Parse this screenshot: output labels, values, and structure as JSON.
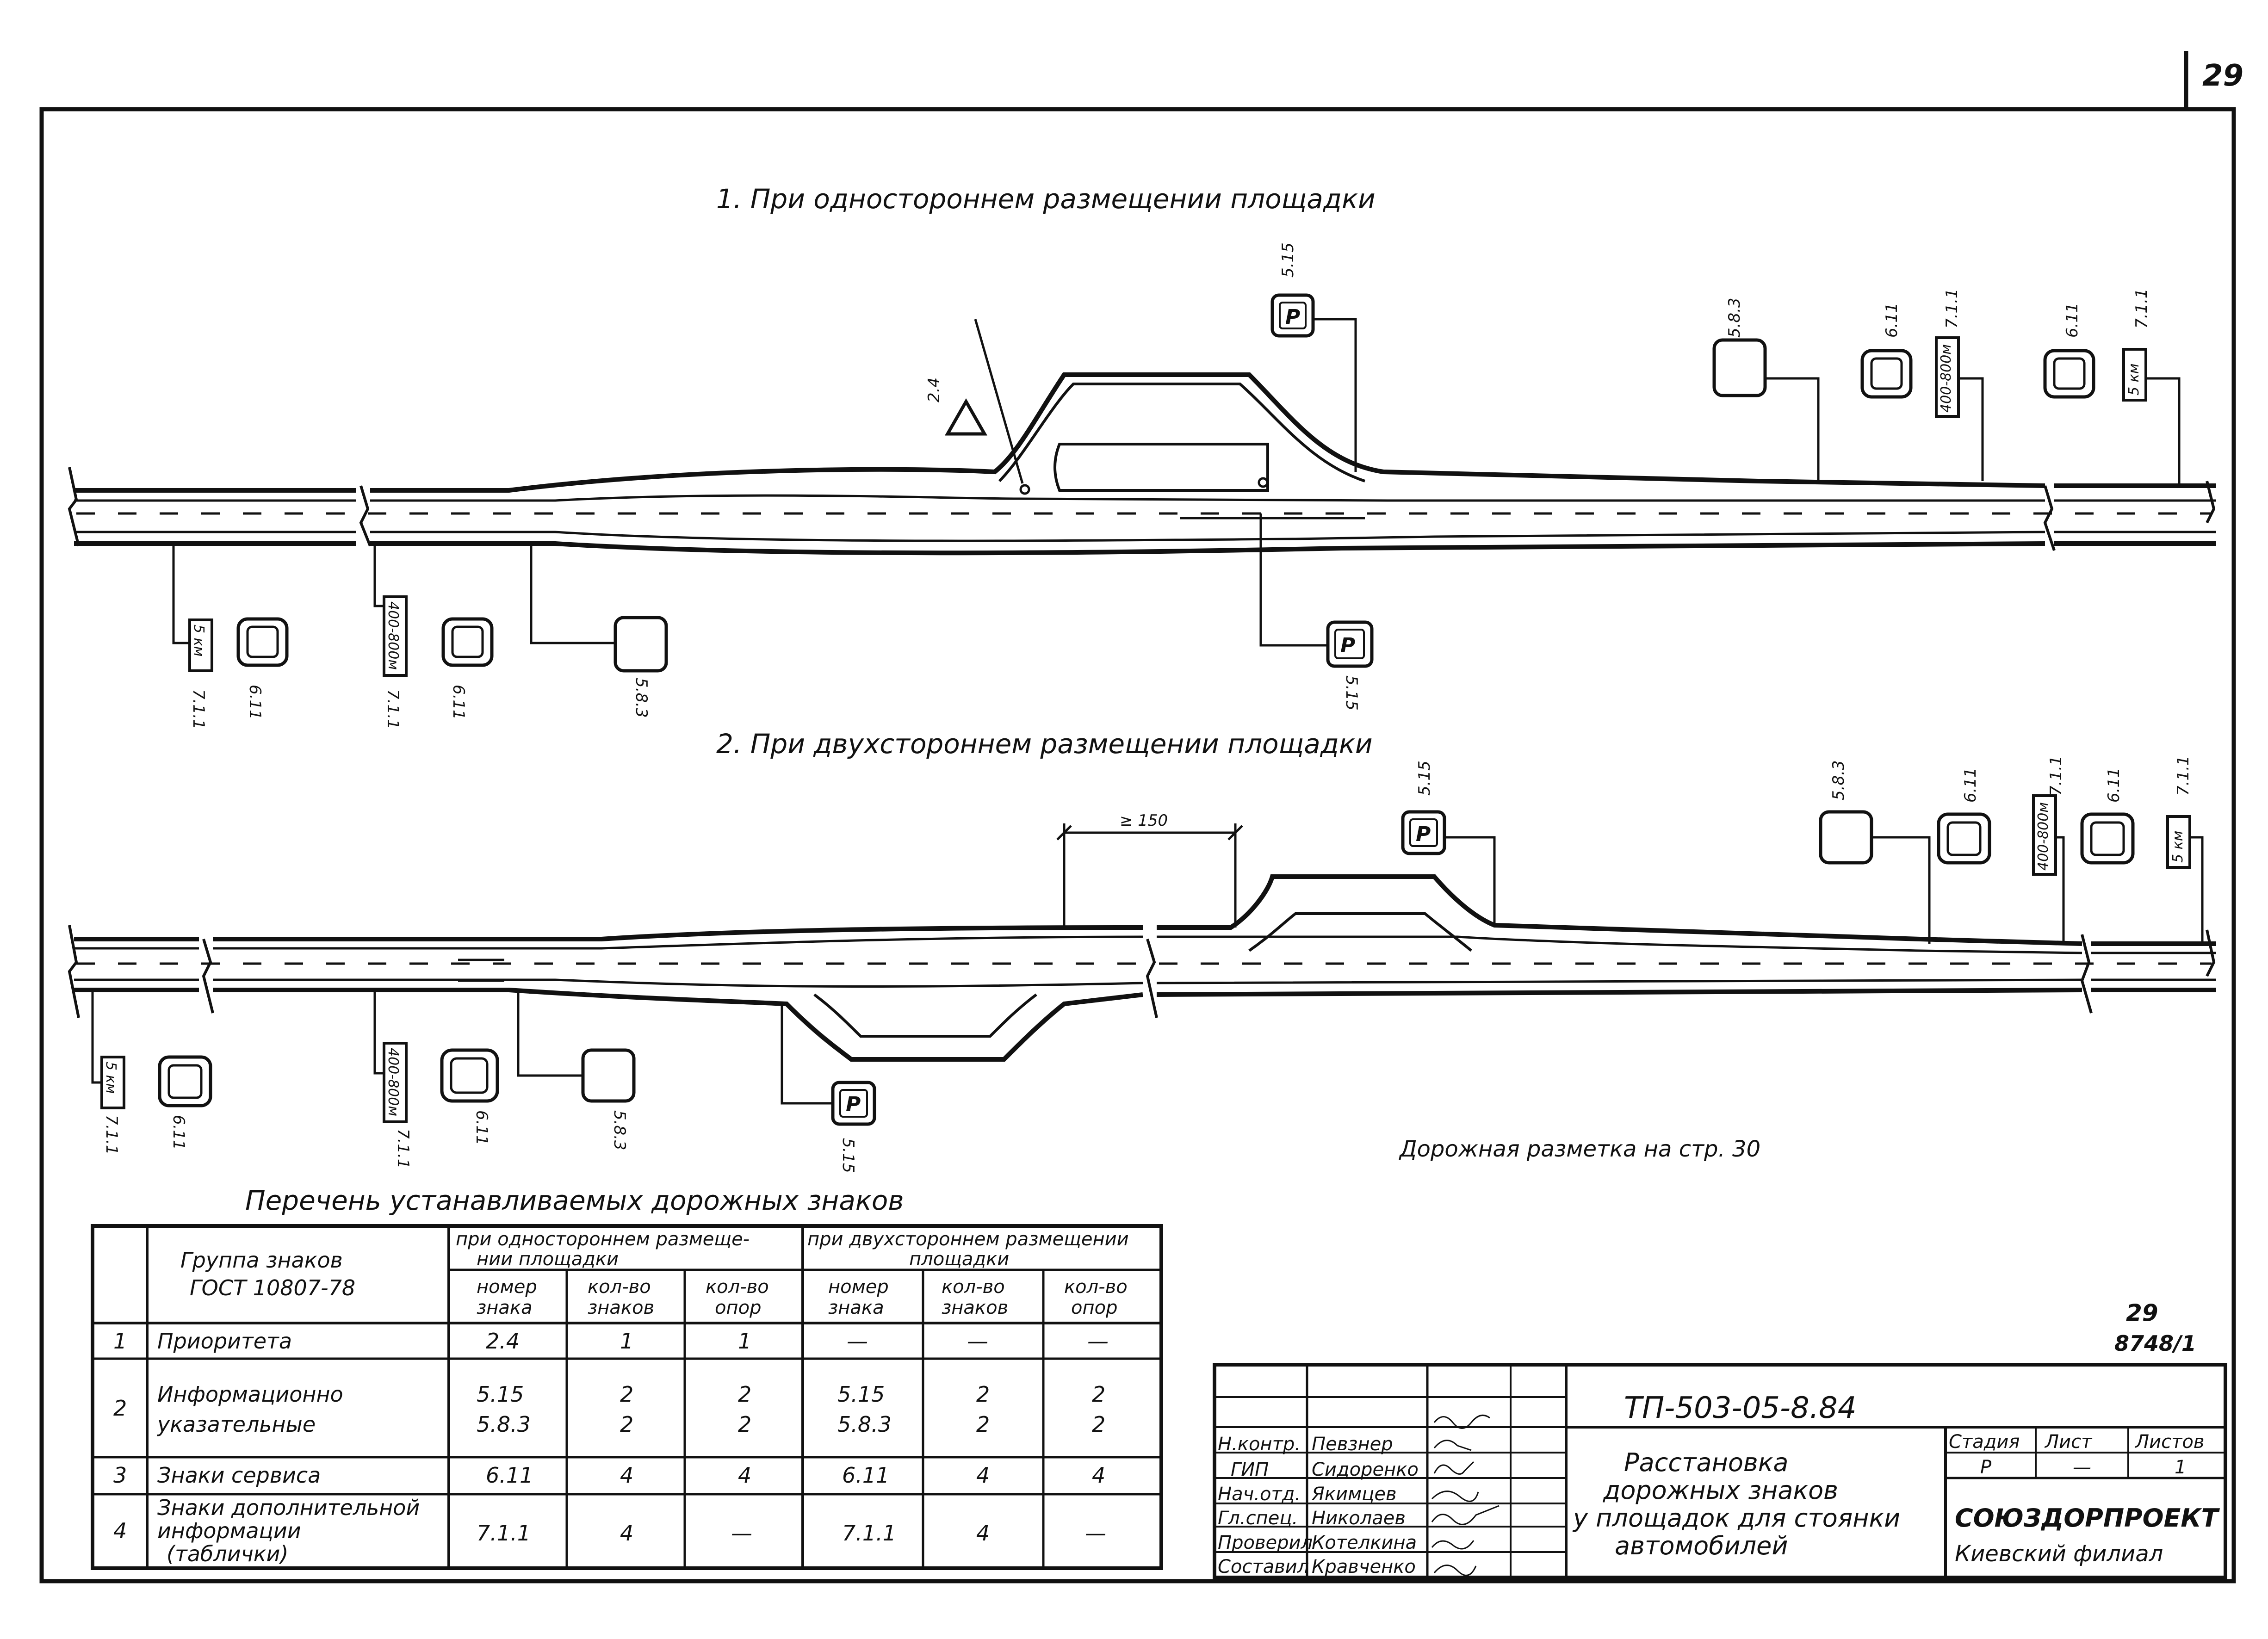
{
  "sheet_number": "29",
  "scheme1": {
    "title": "1.  При  одностороннем  размещении  площадки",
    "signs": {
      "s2_4": "2.4",
      "s5_15_top": "5.15",
      "s5_8_3_top": "5.8.3",
      "s6_11_top_a": "6.11",
      "s7_1_1_top_a": "7.1.1",
      "plate_top_a": "400-800м",
      "s6_11_top_b": "6.11",
      "s7_1_1_top_b": "7.1.1",
      "plate_top_b": "5 км",
      "plate_bot_a": "5 км",
      "s7_1_1_bot_a": "7.1.1",
      "s6_11_bot_a": "6.11",
      "plate_bot_b": "400-800м",
      "s7_1_1_bot_b": "7.1.1",
      "s6_11_bot_b": "6.11",
      "s5_8_3_bot": "5.8.3",
      "s5_15_bot": "5.15"
    }
  },
  "scheme2": {
    "title": "2.  При  двухстороннем  размещении  площадки",
    "dimension": "≥ 150",
    "signs": {
      "s5_15_top": "5.15",
      "s5_8_3_top": "5.8.3",
      "s6_11_top_a": "6.11",
      "s7_1_1_top_a": "7.1.1",
      "plate_top_a": "400-800м",
      "s6_11_top_b": "6.11",
      "s7_1_1_top_b": "7.1.1",
      "plate_top_b": "5 км",
      "plate_bot_a": "5 км",
      "s7_1_1_bot_a": "7.1.1",
      "s6_11_bot_a": "6.11",
      "plate_bot_b": "400-800м",
      "s7_1_1_bot_b": "7.1.1",
      "s6_11_bot_b": "6.11",
      "s5_8_3_bot": "5.8.3",
      "s5_15_bot": "5.15"
    }
  },
  "road_marking_note": "Дорожная   разметка   на   стр. 30",
  "sign_table": {
    "title": "Перечень  устанавливаемых  дорожных  знаков",
    "header": {
      "group_l1": "Группа   знаков",
      "group_l2": "ГОСТ  10807-78",
      "one_side_l1": "при  одностороннем  размеще-",
      "one_side_l2": "нии   площадки",
      "two_side_l1": "при двухстороннем размещении",
      "two_side_l2": "площадки",
      "num_l1": "номер",
      "num_l2": "знака",
      "qty_signs_l1": "кол-во",
      "qty_signs_l2": "знаков",
      "qty_posts_l1": "кол-во",
      "qty_posts_l2": "опор"
    },
    "rows": [
      {
        "n": "1",
        "group": [
          "Приоритета"
        ],
        "a_num": [
          "2.4"
        ],
        "a_signs": [
          "1"
        ],
        "a_posts": [
          "1"
        ],
        "b_num": [
          "—"
        ],
        "b_signs": [
          "—"
        ],
        "b_posts": [
          "—"
        ]
      },
      {
        "n": "2",
        "group": [
          "Информационно",
          "указательные"
        ],
        "a_num": [
          "5.15",
          "5.8.3"
        ],
        "a_signs": [
          "2",
          "2"
        ],
        "a_posts": [
          "2",
          "2"
        ],
        "b_num": [
          "5.15",
          "5.8.3"
        ],
        "b_signs": [
          "2",
          "2"
        ],
        "b_posts": [
          "2",
          "2"
        ]
      },
      {
        "n": "3",
        "group": [
          "Знаки  сервиса"
        ],
        "a_num": [
          "6.11"
        ],
        "a_signs": [
          "4"
        ],
        "a_posts": [
          "4"
        ],
        "b_num": [
          "6.11"
        ],
        "b_signs": [
          "4"
        ],
        "b_posts": [
          "4"
        ]
      },
      {
        "n": "4",
        "group": [
          "Знаки дополнительной",
          "информации",
          "(таблички)"
        ],
        "a_num": [
          "7.1.1"
        ],
        "a_signs": [
          "4"
        ],
        "a_posts": [
          "—"
        ],
        "b_num": [
          "7.1.1"
        ],
        "b_signs": [
          "4"
        ],
        "b_posts": [
          "—"
        ]
      }
    ]
  },
  "archive_mark": {
    "line1": "29",
    "line2": "8748/1"
  },
  "title_block": {
    "doc_code": "ТП-503-05-8.84",
    "title_lines": [
      "Расстановка",
      "дорожных  знаков",
      "у  площадок  для  стоянки",
      "автомобилей"
    ],
    "stage_label": "Стадия",
    "sheet_label": "Лист",
    "sheets_label": "Листов",
    "stage_value": "Р",
    "sheet_value": "—",
    "sheets_value": "1",
    "org": "СОЮЗДОРПРОЕКТ",
    "branch": "Киевский  филиал",
    "staff": [
      {
        "role": "Н.контр.",
        "name": "Певзнер"
      },
      {
        "role": "ГИП",
        "name": "Сидоренко"
      },
      {
        "role": "Нач.отд.",
        "name": "Якимцев"
      },
      {
        "role": "Гл.спец.",
        "name": "Николаев"
      },
      {
        "role": "Проверил",
        "name": "Котелкина"
      },
      {
        "role": "Составил",
        "name": "Кравченко"
      }
    ]
  }
}
